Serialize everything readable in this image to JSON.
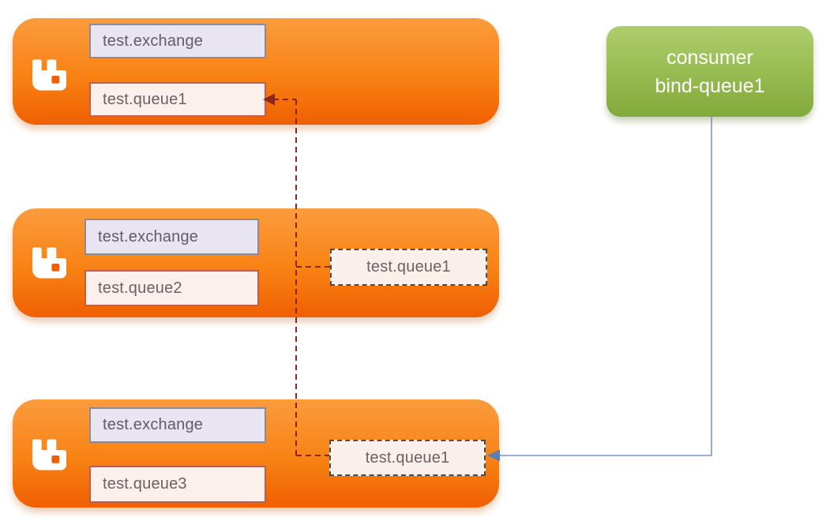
{
  "diagram_title": "rabbitmq-federated-queue-binding-diagram",
  "colors": {
    "background": "#FFFFFF",
    "broker_gradient_top": "#FB9C3E",
    "broker_gradient_bottom": "#F05F02",
    "broker_icon": "#FFFFFF",
    "exchange_fill": "#E8E4F1",
    "exchange_border": "#8D8A96",
    "exchange_text": "#5F5C67",
    "queue_fill": "#FBF0EC",
    "queue_border": "#BF5F4A",
    "queue_text": "#6E6164",
    "replica_fill": "#FAF0EB",
    "replica_border": "#4A4A4A",
    "binding_line_red": "#8E241C",
    "consumer_line_blue": "#8095BE",
    "consumer_arrow_blue": "#5C7FB0",
    "consumer_gradient_top": "#AECE6E",
    "consumer_gradient_bottom": "#82A93C",
    "consumer_text": "#FFFFFF"
  },
  "brokers": [
    {
      "id": "broker-1",
      "icon": "rabbitmq-logo",
      "exchange_label": "test.exchange",
      "queue_label": "test.queue1"
    },
    {
      "id": "broker-2",
      "icon": "rabbitmq-logo",
      "exchange_label": "test.exchange",
      "queue_label": "test.queue2",
      "replica_label": "test.queue1"
    },
    {
      "id": "broker-3",
      "icon": "rabbitmq-logo",
      "exchange_label": "test.exchange",
      "queue_label": "test.queue3",
      "replica_label": "test.queue1"
    }
  ],
  "consumer": {
    "line1": "consumer",
    "line2": "bind-queue1"
  }
}
